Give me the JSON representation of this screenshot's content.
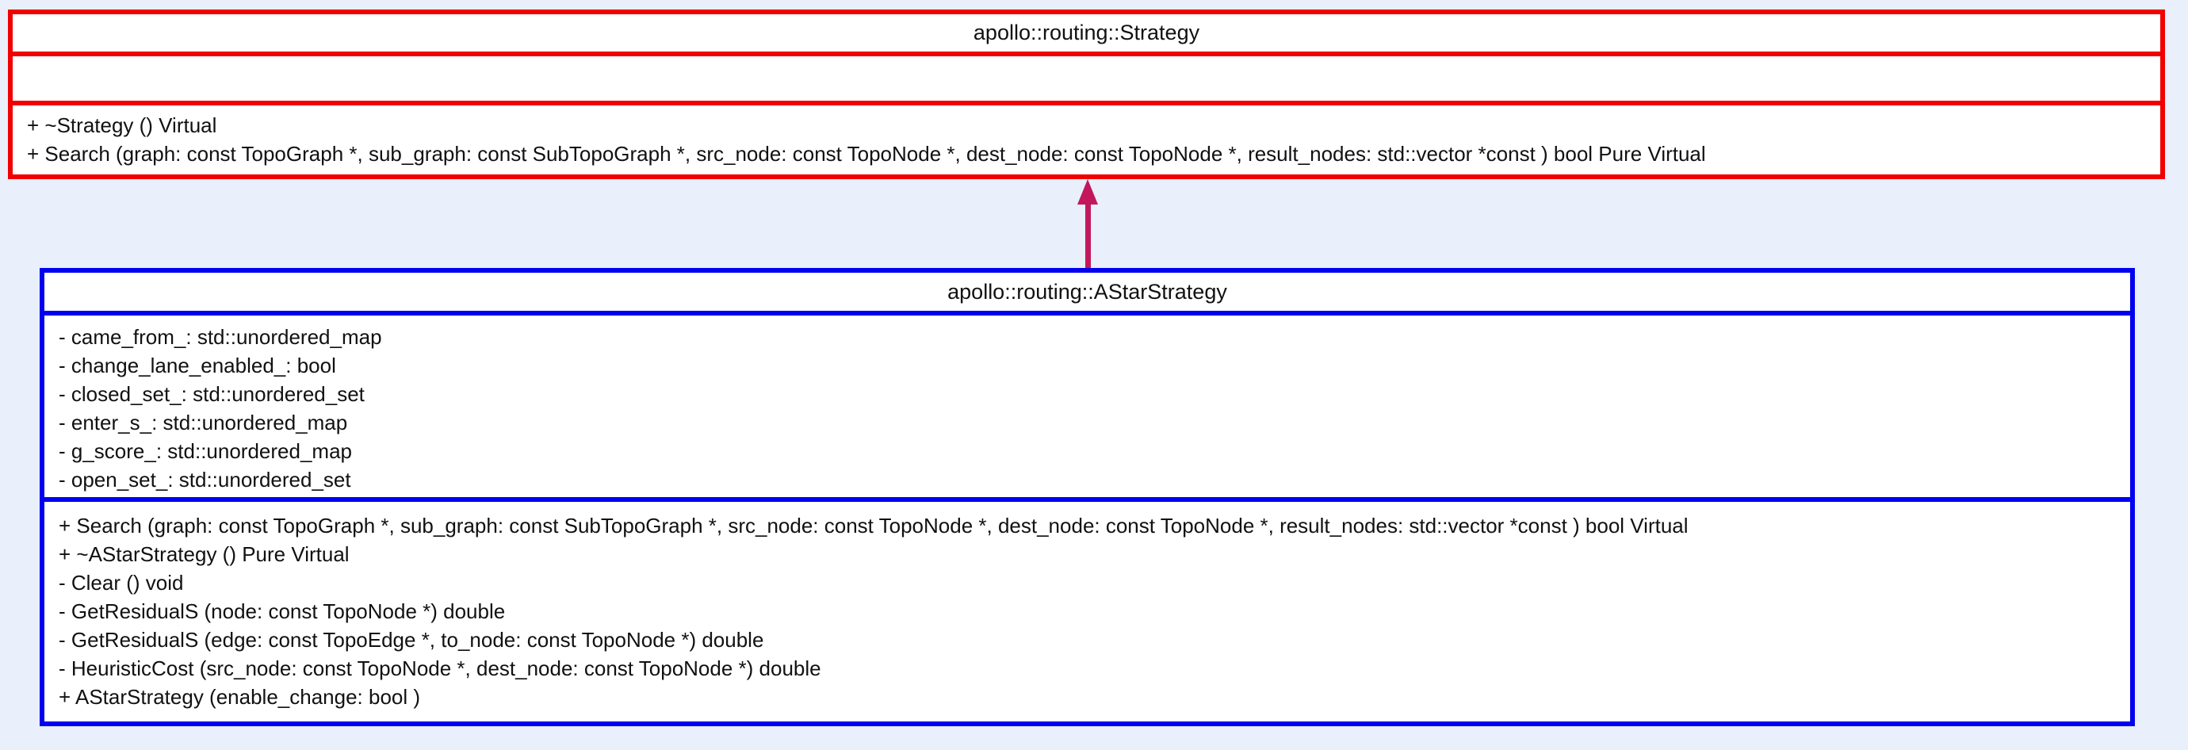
{
  "diagram": {
    "kind": "uml-class-inheritance-diagram",
    "colors": {
      "background": "#E9EFFB",
      "strategy_border": "#F00000",
      "astar_border": "#0000F0",
      "arrow": "#C2185B",
      "box_fill": "#FFFFFF",
      "text": "#111111"
    },
    "classes": [
      {
        "name": "apollo::routing::Strategy",
        "attributes": [],
        "methods": [
          "+ ~Strategy () Virtual",
          "+ Search (graph: const TopoGraph *, sub_graph: const SubTopoGraph *, src_node: const TopoNode *, dest_node: const TopoNode *, result_nodes: std::vector *const ) bool Pure Virtual"
        ]
      },
      {
        "name": "apollo::routing::AStarStrategy",
        "attributes": [
          "- came_from_: std::unordered_map",
          "- change_lane_enabled_: bool",
          "- closed_set_: std::unordered_set",
          "- enter_s_: std::unordered_map",
          "- g_score_: std::unordered_map",
          "- open_set_: std::unordered_set"
        ],
        "methods": [
          "+ Search (graph: const TopoGraph *, sub_graph: const SubTopoGraph *, src_node: const TopoNode *, dest_node: const TopoNode *, result_nodes: std::vector *const ) bool Virtual",
          "+ ~AStarStrategy () Pure Virtual",
          "- Clear () void",
          "- GetResidualS (node: const TopoNode *) double",
          "- GetResidualS (edge: const TopoEdge *, to_node: const TopoNode *) double",
          "- HeuristicCost (src_node: const TopoNode *, dest_node: const TopoNode *) double",
          "+ AStarStrategy (enable_change: bool )"
        ]
      }
    ],
    "relations": [
      {
        "type": "inheritance",
        "from": "apollo::routing::AStarStrategy",
        "to": "apollo::routing::Strategy"
      }
    ]
  }
}
